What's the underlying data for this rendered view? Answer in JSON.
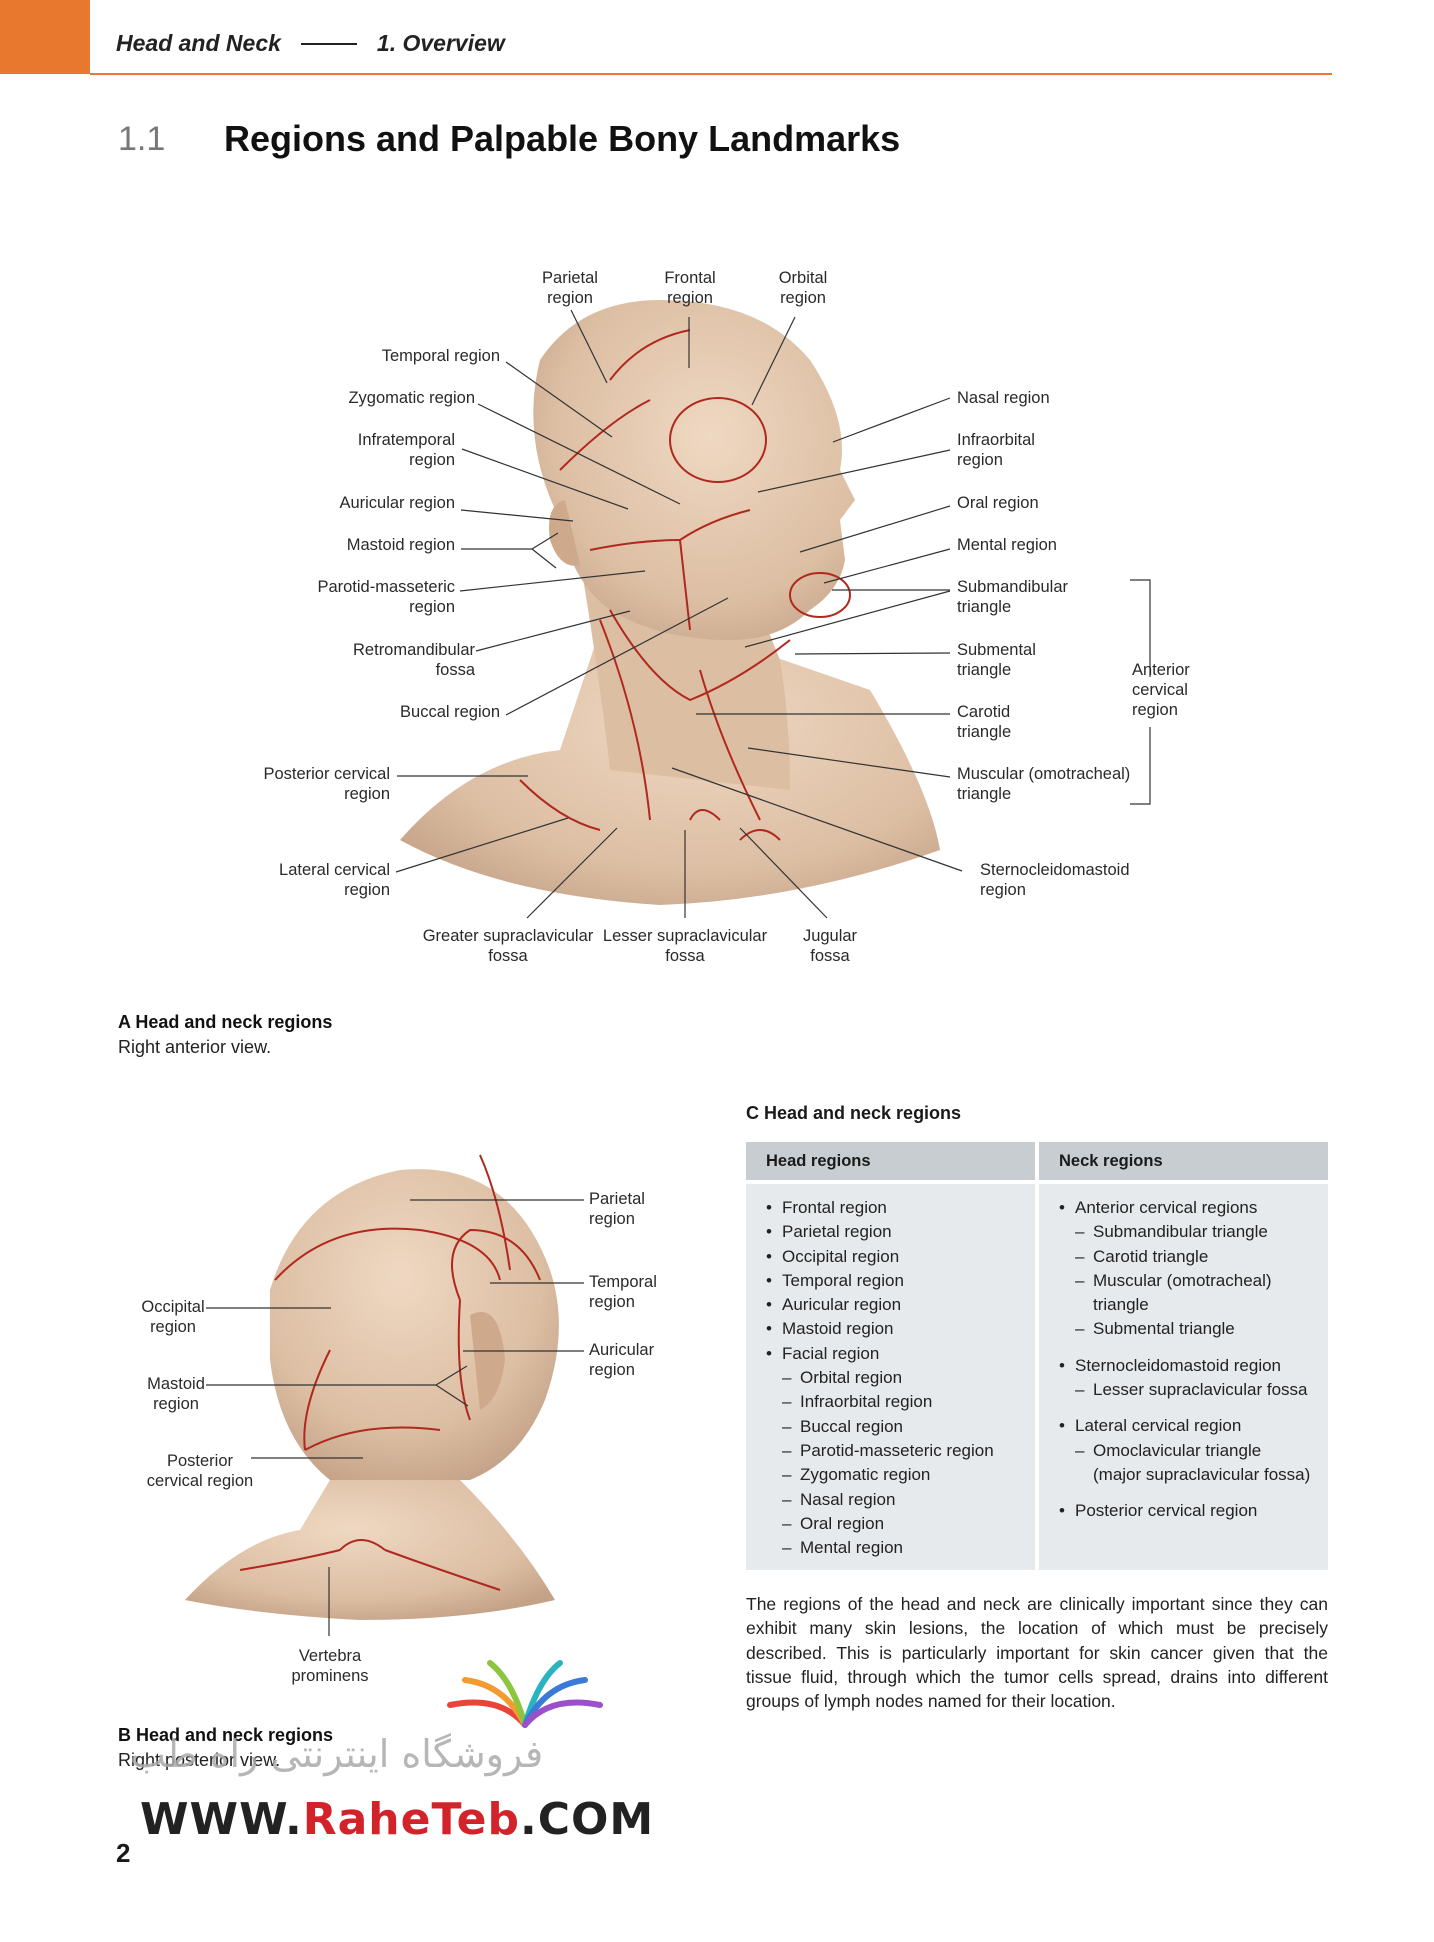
{
  "header": {
    "section": "Head and Neck",
    "chapter": "1.  Overview"
  },
  "heading": {
    "number": "1.1",
    "title": "Regions and Palpable Bony Landmarks"
  },
  "figure_a": {
    "labels": {
      "parietal": "Parietal\nregion",
      "frontal": "Frontal\nregion",
      "orbital": "Orbital\nregion",
      "temporal": "Temporal region",
      "zygomatic": "Zygomatic region",
      "infratemporal": "Infratemporal\nregion",
      "auricular": "Auricular region",
      "mastoid": "Mastoid region",
      "parotid": "Parotid-masseteric\nregion",
      "retromandibular": "Retromandibular\nfossa",
      "buccal": "Buccal region",
      "posterior_cervical": "Posterior cervical\nregion",
      "lateral_cervical": "Lateral cervical\nregion",
      "greater_supraclav": "Greater supraclavicular\nfossa",
      "lesser_supraclav": "Lesser supraclavicular\nfossa",
      "jugular": "Jugular\nfossa",
      "nasal": "Nasal region",
      "infraorbital": "Infraorbital\nregion",
      "oral": "Oral region",
      "mental": "Mental region",
      "submandibular": "Submandibular\ntriangle",
      "submental": "Submental\ntriangle",
      "carotid": "Carotid\ntriangle",
      "muscular": "Muscular (omotracheal)\ntriangle",
      "scm": "Sternocleidomastoid\nregion",
      "anterior_cervical": "Anterior\ncervical\nregion"
    },
    "caption_title": "A  Head and neck regions",
    "caption_sub": "Right anterior view."
  },
  "figure_b": {
    "labels": {
      "parietal": "Parietal\nregion",
      "temporal": "Temporal\nregion",
      "auricular": "Auricular\nregion",
      "occipital": "Occipital\nregion",
      "mastoid": "Mastoid\nregion",
      "posterior_cervical": "Posterior\ncervical region",
      "vertebra": "Vertebra\nprominens"
    },
    "caption_title": "B  Head and neck regions",
    "caption_sub": "Right posterior view."
  },
  "table": {
    "title": "C  Head and neck regions",
    "col1_header": "Head regions",
    "col2_header": "Neck regions",
    "col1": [
      {
        "t": "bul",
        "text": "Frontal region"
      },
      {
        "t": "bul",
        "text": "Parietal region"
      },
      {
        "t": "bul",
        "text": "Occipital region"
      },
      {
        "t": "bul",
        "text": "Temporal region"
      },
      {
        "t": "bul",
        "text": "Auricular region"
      },
      {
        "t": "bul",
        "text": "Mastoid region"
      },
      {
        "t": "bul",
        "text": "Facial region"
      },
      {
        "t": "sub",
        "text": "Orbital region"
      },
      {
        "t": "sub",
        "text": "Infraorbital region"
      },
      {
        "t": "sub",
        "text": "Buccal region"
      },
      {
        "t": "sub",
        "text": "Parotid-masseteric region"
      },
      {
        "t": "sub",
        "text": "Zygomatic region"
      },
      {
        "t": "sub",
        "text": "Nasal region"
      },
      {
        "t": "sub",
        "text": "Oral region"
      },
      {
        "t": "sub",
        "text": "Mental region"
      }
    ],
    "col2": [
      {
        "t": "bul",
        "text": "Anterior cervical regions"
      },
      {
        "t": "sub",
        "text": "Submandibular triangle"
      },
      {
        "t": "sub",
        "text": "Carotid triangle"
      },
      {
        "t": "sub",
        "text": "Muscular (omotracheal)"
      },
      {
        "t": "cont",
        "text": "triangle"
      },
      {
        "t": "sub",
        "text": "Submental triangle"
      },
      {
        "t": "gap",
        "text": ""
      },
      {
        "t": "bul",
        "text": "Sternocleidomastoid region"
      },
      {
        "t": "sub",
        "text": "Lesser supraclavicular fossa"
      },
      {
        "t": "gap",
        "text": ""
      },
      {
        "t": "bul",
        "text": "Lateral cervical region"
      },
      {
        "t": "sub",
        "text": "Omoclavicular triangle"
      },
      {
        "t": "cont",
        "text": "(major supraclavicular fossa)"
      },
      {
        "t": "gap",
        "text": ""
      },
      {
        "t": "bul",
        "text": "Posterior cervical region"
      }
    ]
  },
  "body_text": "The regions of the head and neck are clinically important since they can exhibit many skin lesions, the location of which must be precisely described. This is particularly important for skin cancer given that the tissue fluid, through which the tumor cells spread, drains into different groups of lymph nodes named for their location.",
  "page_number": "2",
  "watermark": {
    "persian": "فروشگاه اینترنتی راه طب",
    "prefix": "WWW.",
    "brand": "RaheTeb",
    "suffix": ".COM"
  },
  "colors": {
    "accent": "#e9782f",
    "region_lines": "#b0281e",
    "table_header": "#c8cdd1",
    "table_body": "#e7eaec",
    "brand_red": "#d3232a"
  }
}
